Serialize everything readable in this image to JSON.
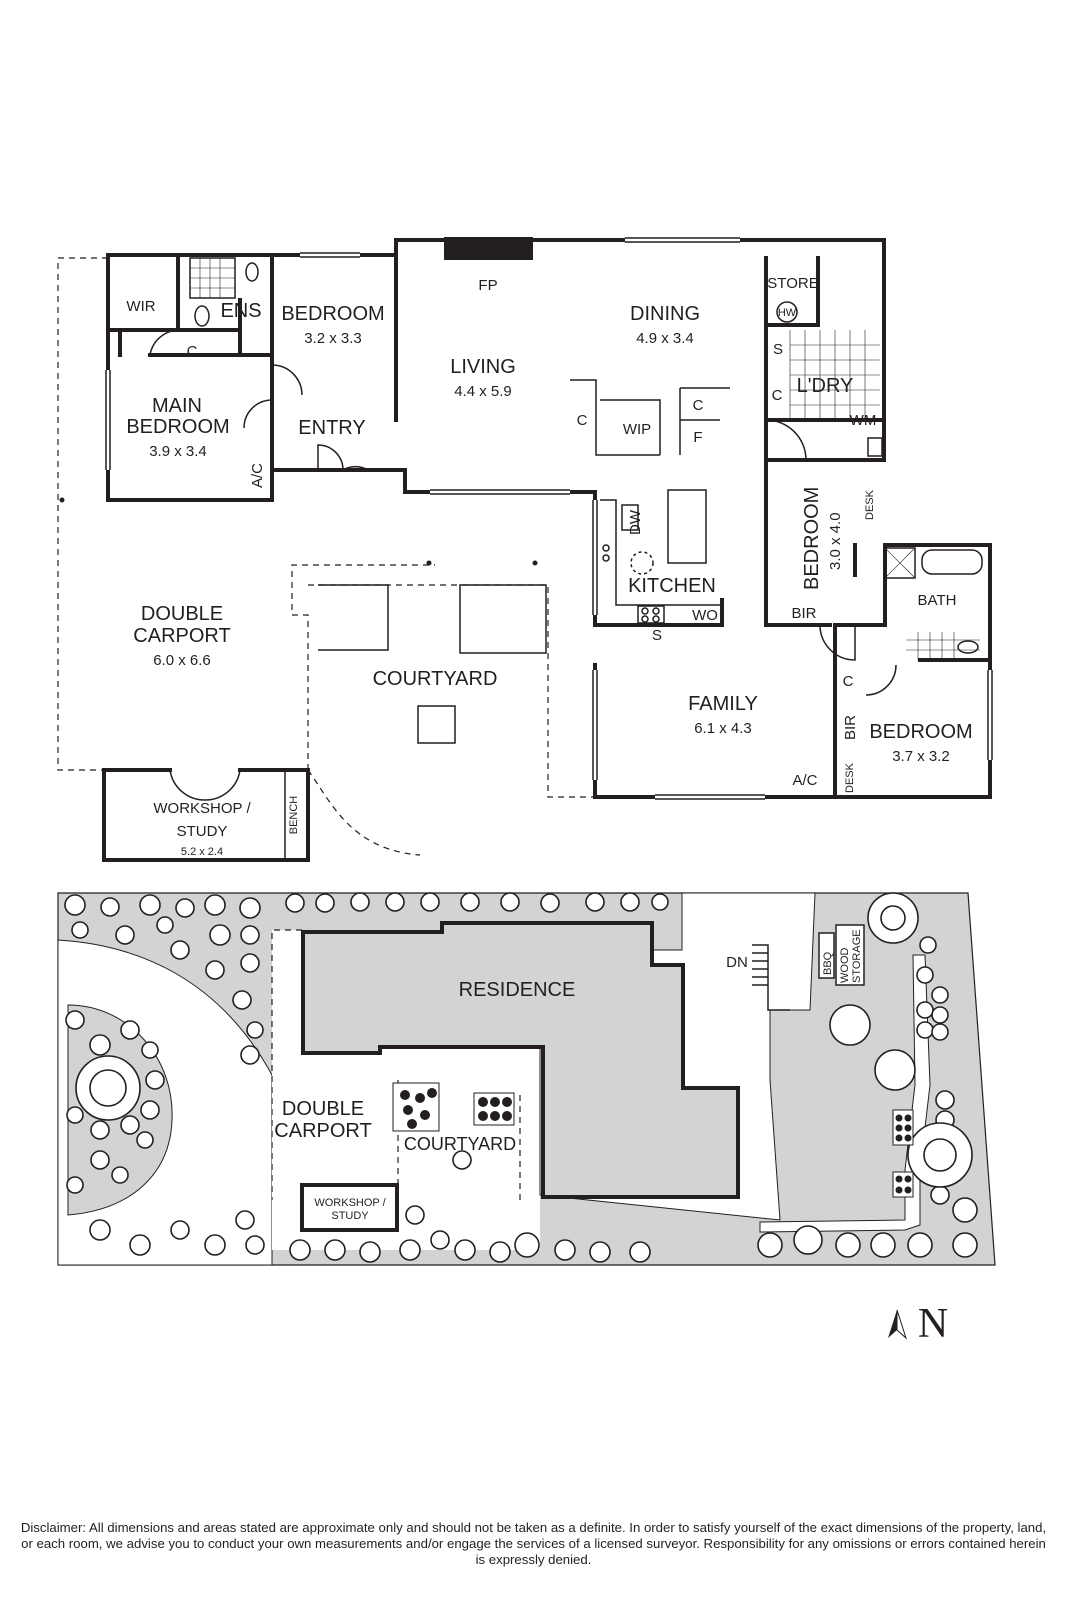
{
  "floor_plan": {
    "rooms": [
      {
        "id": "wir",
        "name": "WIR"
      },
      {
        "id": "ens",
        "name": "ENS"
      },
      {
        "id": "bedroom2",
        "name": "BEDROOM",
        "dims": "3.2 x 3.3"
      },
      {
        "id": "main_bedroom",
        "name_lines": [
          "MAIN",
          "BEDROOM"
        ],
        "dims": "3.9 x 3.4"
      },
      {
        "id": "entry",
        "name": "ENTRY"
      },
      {
        "id": "living",
        "name": "LIVING",
        "dims": "4.4 x 5.9"
      },
      {
        "id": "dining",
        "name": "DINING",
        "dims": "4.9 x 3.4"
      },
      {
        "id": "store",
        "name": "STORE"
      },
      {
        "id": "laundry",
        "name": "L'DRY"
      },
      {
        "id": "kitchen",
        "name": "KITCHEN"
      },
      {
        "id": "bedroom3",
        "name": "BEDROOM",
        "dims": "3.0 x 4.0"
      },
      {
        "id": "bath",
        "name": "BATH"
      },
      {
        "id": "double_carport",
        "name_lines": [
          "DOUBLE",
          "CARPORT"
        ],
        "dims": "6.0 x 6.6"
      },
      {
        "id": "courtyard",
        "name": "COURTYARD"
      },
      {
        "id": "family",
        "name": "FAMILY",
        "dims": "6.1 x 4.3"
      },
      {
        "id": "bedroom4",
        "name": "BEDROOM",
        "dims": "3.7 x 3.2"
      },
      {
        "id": "workshop",
        "name_lines": [
          "WORKSHOP /",
          "STUDY"
        ],
        "dims": "5.2 x 2.4"
      }
    ],
    "fixtures": {
      "fp": "FP",
      "c": "C",
      "s": "S",
      "f": "F",
      "wip": "WIP",
      "hw": "HW",
      "wm": "WM",
      "dw": "DW",
      "wo": "WO",
      "bir": "BIR",
      "desk": "DESK",
      "ac": "A/C",
      "bench": "BENCH"
    }
  },
  "site_plan": {
    "residence": "RESIDENCE",
    "double_carport_lines": [
      "DOUBLE",
      "CARPORT"
    ],
    "courtyard": "COURTYARD",
    "workshop_lines": [
      "WORKSHOP /",
      "STUDY"
    ],
    "dn": "DN",
    "bbq": "BBQ",
    "wood_storage_lines": [
      "WOOD",
      "STORAGE"
    ]
  },
  "compass": "N",
  "disclaimer": "Disclaimer: All dimensions and areas stated are approximate only and should not be taken as a definite. In order to satisfy yourself of the exact dimensions of the property, land, or each room, we advise you to conduct your own measurements and/or engage the services of a licensed surveyor. Responsibility for any omissions or errors contained herein is expressly denied."
}
